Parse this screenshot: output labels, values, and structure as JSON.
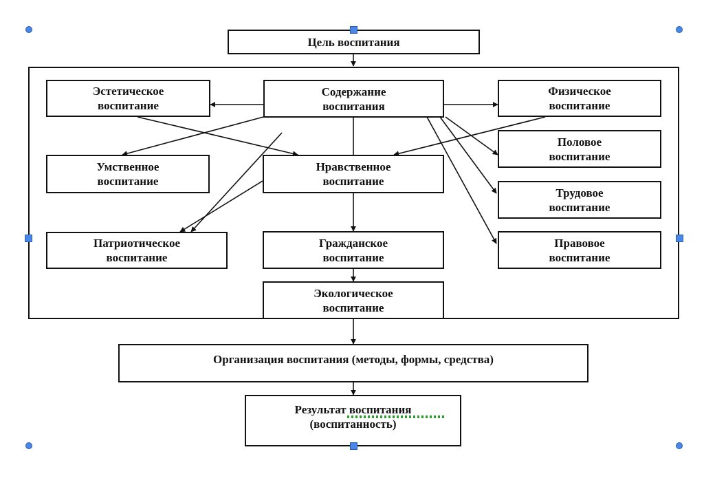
{
  "diagram": {
    "goal": "Цель воспитания",
    "content": "Содержание\nвоспитания",
    "aesthetic": "Эстетическое\nвоспитание",
    "physical": "Физическое\nвоспитание",
    "mental": "Умственное\nвоспитание",
    "moral": "Нравственное\nвоспитание",
    "sexual": "Половое\nвоспитание",
    "labor": "Трудовое\nвоспитание",
    "patriotic": "Патриотическое\nвоспитание",
    "civic": "Гражданское\nвоспитание",
    "legal": "Правовое\nвоспитание",
    "ecological": "Экологическое\nвоспитание",
    "organization": "Организация воспитания (методы, формы, средства)",
    "result": "Результат воспитания\n(воспитанность)"
  },
  "colors": {
    "line": "#111111",
    "handle": "#4a86e8",
    "spellcheck": "#2e9b2e"
  }
}
